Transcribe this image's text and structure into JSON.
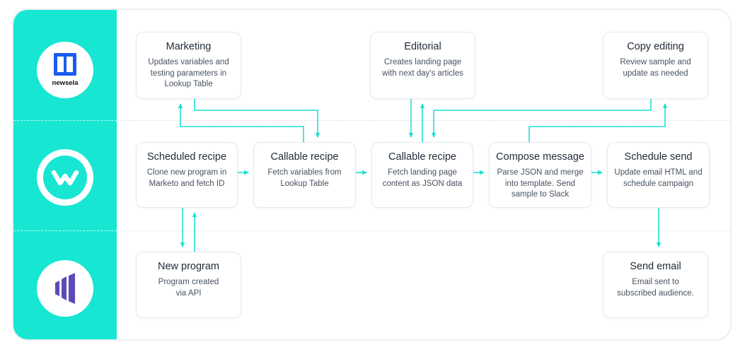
{
  "logos": {
    "newsela_text": "newsela"
  },
  "nodes": {
    "marketing": {
      "title": "Marketing",
      "desc": "Updates variables and\ntesting parameters in\nLookup Table"
    },
    "editorial": {
      "title": "Editorial",
      "desc": "Creates landing page\nwith next day's articles"
    },
    "copy_editing": {
      "title": "Copy editing",
      "desc": "Review sample and\nupdate as needed"
    },
    "scheduled_recipe": {
      "title": "Scheduled recipe",
      "desc": "Clone new program in\nMarketo and fetch ID"
    },
    "callable_recipe_1": {
      "title": "Callable recipe",
      "desc": "Fetch variables from\nLookup Table"
    },
    "callable_recipe_2": {
      "title": "Callable recipe",
      "desc": "Fetch landing page\ncontent as JSON data"
    },
    "compose_message": {
      "title": "Compose message",
      "desc": "Parse JSON and merge\ninto template. Send\nsample to Slack"
    },
    "schedule_send": {
      "title": "Schedule send",
      "desc": "Update email HTML and\nschedule campaign"
    },
    "new_program": {
      "title": "New program",
      "desc": "Program created\nvia API"
    },
    "send_email": {
      "title": "Send email",
      "desc": "Email sent to\nsubscribed audience."
    }
  },
  "colors": {
    "accent": "#17e6d3",
    "arrow": "#1fe0d2",
    "newsela_blue": "#1a5cf0",
    "marketo_purple": "#5c4ab8"
  }
}
